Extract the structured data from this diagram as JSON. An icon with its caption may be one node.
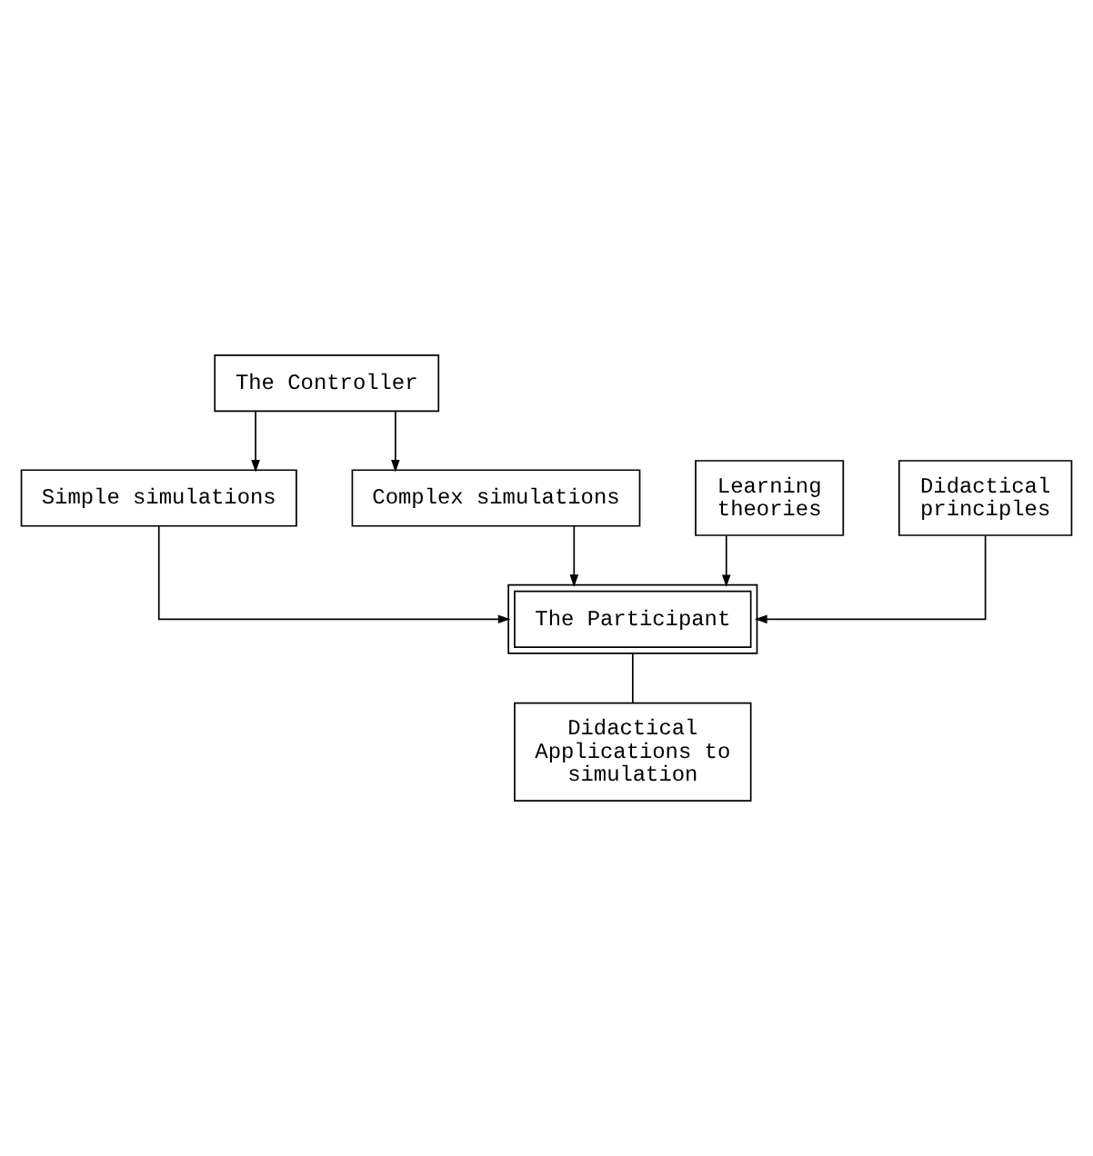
{
  "diagram": {
    "nodes": [
      {
        "text": [
          "The Controller"
        ]
      },
      {
        "text": [
          "Simple simulations"
        ]
      },
      {
        "text": [
          "Complex simulations"
        ]
      },
      {
        "text": [
          "Learning theories"
        ]
      },
      {
        "text": [
          "Didactical principles"
        ]
      },
      {
        "text": [
          "The Participant"
        ]
      },
      {
        "text": [
          "Didactical Applications to simulation"
        ]
      }
    ],
    "edges": [
      {
        "from": 0,
        "to": 1,
        "arrow": "to"
      },
      {
        "from": 0,
        "to": 2,
        "arrow": "to"
      },
      {
        "from": 1,
        "to": 5,
        "arrow": "to"
      },
      {
        "from": 2,
        "to": 5,
        "arrow": "to"
      },
      {
        "from": 3,
        "to": 5,
        "arrow": "to"
      },
      {
        "from": 4,
        "to": 5,
        "arrow": "to"
      },
      {
        "from": 5,
        "to": 6,
        "arrow": "none"
      }
    ]
  }
}
